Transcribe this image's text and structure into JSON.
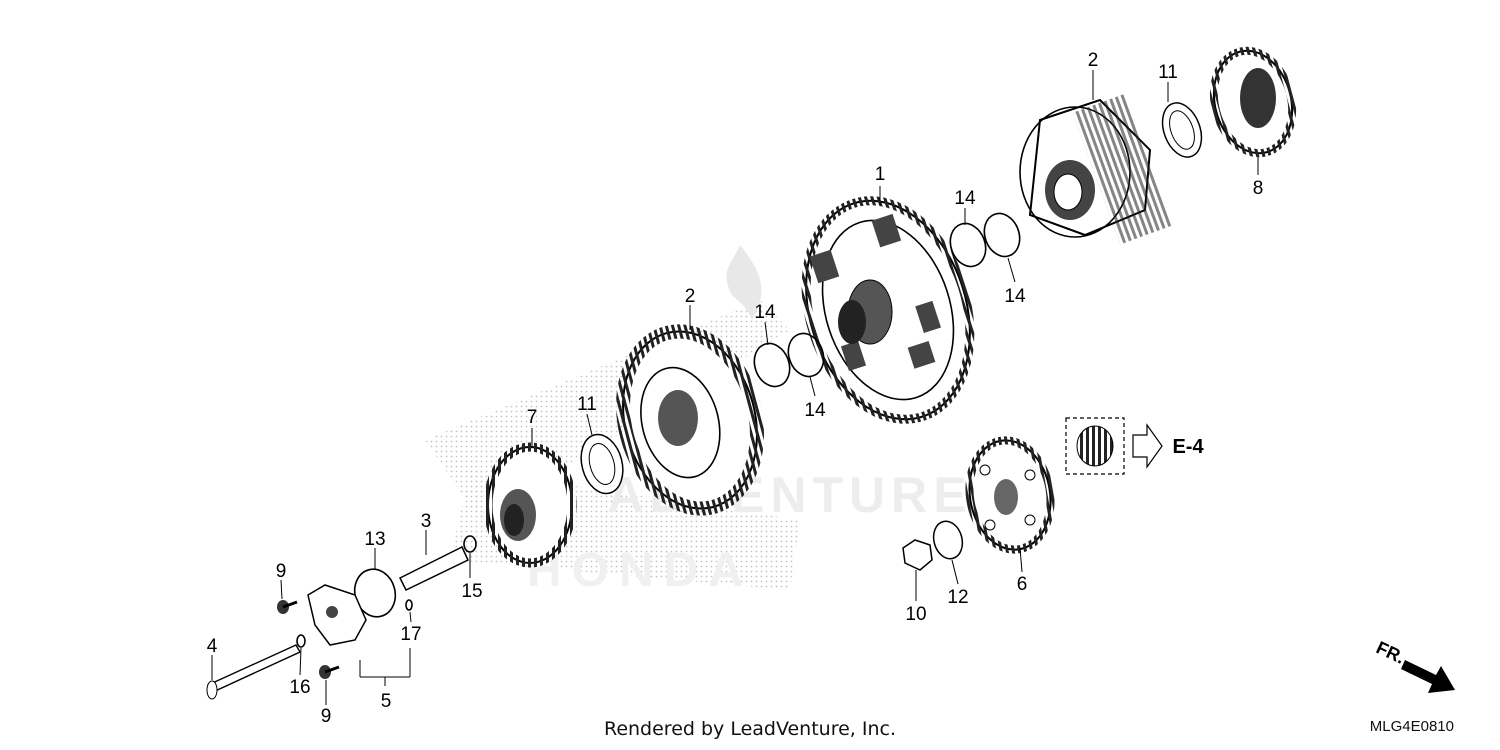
{
  "diagram": {
    "callouts": [
      "1",
      "2",
      "2",
      "3",
      "4",
      "5",
      "6",
      "7",
      "8",
      "9",
      "9",
      "10",
      "11",
      "11",
      "12",
      "13",
      "14",
      "14",
      "14",
      "14",
      "15",
      "16",
      "17"
    ],
    "reference_label": "E-4",
    "direction_label": "FR.",
    "watermark_text": "ADVENTURE",
    "watermark_logo": "HONDA"
  },
  "footer": {
    "credit": "Rendered by LeadVenture, Inc.",
    "diagram_code": "MLG4E0810"
  }
}
